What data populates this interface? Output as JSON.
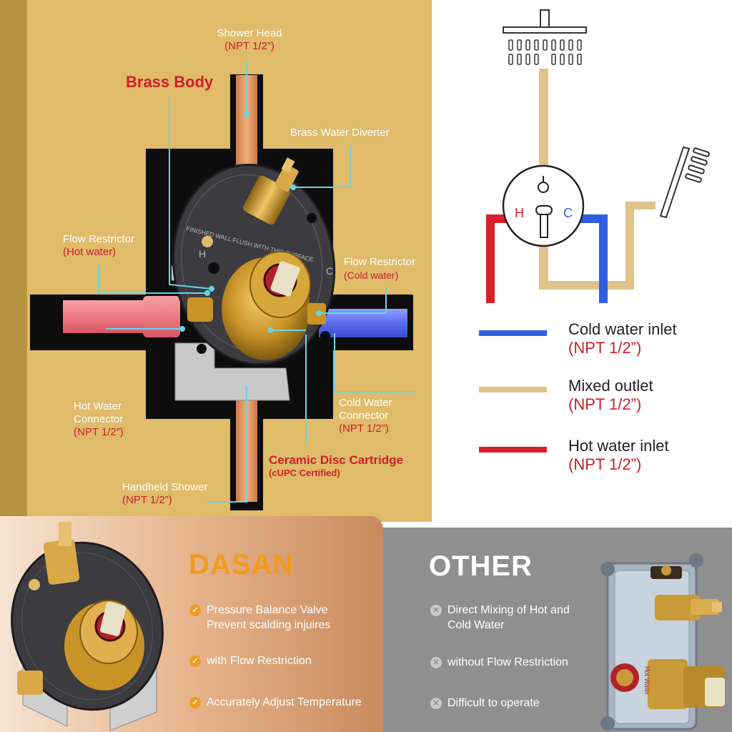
{
  "diagram": {
    "brass_body": "Brass Body",
    "shower_head": {
      "title": "Shower Head",
      "spec": "(NPT 1/2”)"
    },
    "diverter": {
      "title": "Brass Water Diverter"
    },
    "flow_hot": {
      "title": "Flow Restrictor",
      "spec": "(Hot water)"
    },
    "flow_cold": {
      "title": "Flow Restrictor",
      "spec": "(Cold water)"
    },
    "hot_connector": {
      "line1": "Hot Water",
      "line2": "Connector",
      "spec": "(NPT 1/2”)"
    },
    "cold_connector": {
      "line1": "Cold Water",
      "line2": "Connector",
      "spec": "(NPT 1/2”)"
    },
    "cartridge": {
      "title": "Ceramic Disc Cartridge",
      "spec": "(cUPC Certified)"
    },
    "handheld": {
      "title": "Handheld Shower",
      "spec": "(NPT 1/2”)"
    },
    "valve_plate_text": "FINISHED WALL FLUSH WITH THIS SURFACE",
    "valve_h": "H",
    "valve_c": "C"
  },
  "flow_diagram": {
    "hot_letter": "H",
    "cold_letter": "C"
  },
  "legend": [
    {
      "title": "Cold water inlet",
      "spec": "(NPT 1/2”)",
      "color": "#2f5fe0"
    },
    {
      "title": "Mixed outlet",
      "spec": "(NPT 1/2”)",
      "color": "#e0c38a"
    },
    {
      "title": "Hot water inlet",
      "spec": "(NPT 1/2”)",
      "color": "#d8202a"
    }
  ],
  "comparison": {
    "dasan": {
      "title": "DASAN",
      "features": [
        {
          "lines": [
            "Pressure Balance Valve",
            "Prevent scalding injuires"
          ]
        },
        {
          "lines": [
            "with Flow Restriction"
          ]
        },
        {
          "lines": [
            "Accurately Adjust Temperature"
          ]
        }
      ]
    },
    "other": {
      "title": "OTHER",
      "features": [
        {
          "lines": [
            "Direct Mixing of Hot and",
            "Cold Water"
          ]
        },
        {
          "lines": [
            "without Flow Restriction"
          ]
        },
        {
          "lines": [
            "Difficult to operate"
          ]
        }
      ],
      "product_label": "Hot Water"
    }
  },
  "colors": {
    "accent_red": "#d0202a",
    "dasan_orange": "#f29a1e",
    "tan_background": "#e0bb6a",
    "grey_background": "#8f8f8f"
  },
  "icons": [
    "check-icon",
    "cross-icon",
    "shower-head-icon",
    "handheld-shower-icon",
    "valve-handle-icon"
  ]
}
